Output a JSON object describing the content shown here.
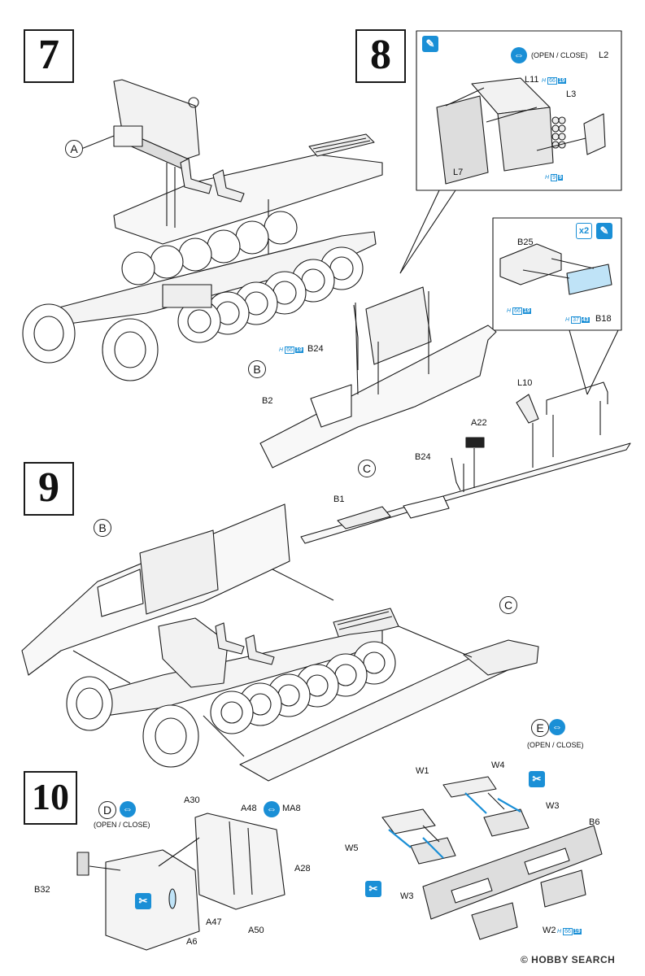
{
  "steps": {
    "s7": "7",
    "s8": "8",
    "s9": "9",
    "s10": "10"
  },
  "sub": {
    "a": "A",
    "b": "B",
    "c": "C",
    "d": "D",
    "e": "E"
  },
  "icons": {
    "cement": "cement-brush-icon",
    "rotate": "movable-part-icon",
    "remove": "cut-off-icon",
    "x2": "x2",
    "symbol_rotate": "⇔",
    "symbol_cement": "✎",
    "symbol_remove": "✂"
  },
  "parts": {
    "L2": "L2",
    "L11": "L11",
    "L3": "L3",
    "L7": "L7",
    "B25": "B25",
    "B18": "B18",
    "B24": "B24",
    "B24b": "B24",
    "B2": "B2",
    "L10": "L10",
    "A22": "A22",
    "B1": "B1",
    "A30": "A30",
    "A48": "A48",
    "MA8": "MA8",
    "A28": "A28",
    "B32": "B32",
    "A47": "A47",
    "A50": "A50",
    "A6": "A6",
    "W1": "W1",
    "W4": "W4",
    "W3": "W3",
    "W3b": "W3",
    "W5": "W5",
    "B6": "B6",
    "W2": "W2"
  },
  "notes": {
    "open_close": "(OPEN / CLOSE)",
    "open_close_e": "(OPEN / CLOSE)",
    "open_close_d": "(OPEN / CLOSE)"
  },
  "paint_refs": {
    "h": "H",
    "p66": "66",
    "p19": "19",
    "p9a": "9",
    "p9b": "9",
    "p37": "37",
    "p43": "43"
  },
  "watermark": "© HOBBY SEARCH",
  "colors": {
    "accent": "#1a8fd6",
    "line": "#1a1a1a",
    "clear_part": "#bfe3f7"
  }
}
